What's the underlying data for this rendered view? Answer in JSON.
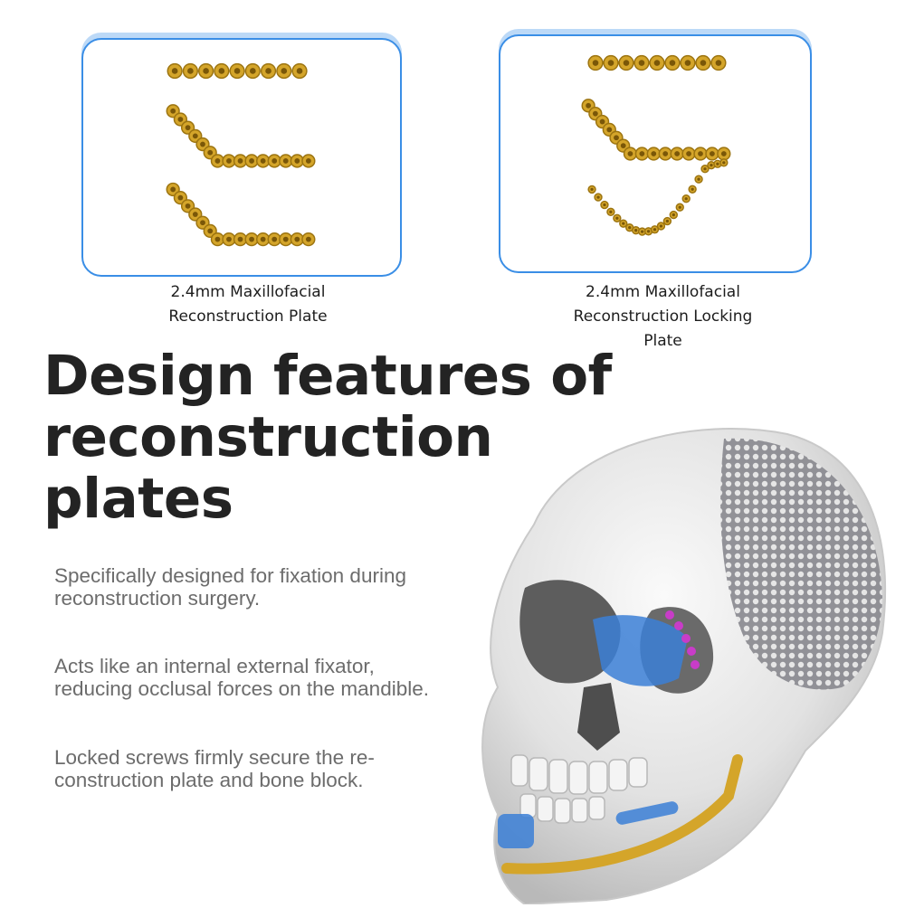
{
  "products": [
    {
      "caption": "2.4mm Maxillofacial\nReconstruction Plate",
      "color": "#d4a52a"
    },
    {
      "caption": "2.4mm Maxillofacial\nReconstruction Locking\nPlate",
      "color": "#d4a52a"
    }
  ],
  "headline": "Design features of reconstruction plates",
  "features": [
    "Specifically designed for fixation during reconstruction surgery.",
    "Acts like an internal external fixator, reducing occlusal forces on the mandible.",
    "Locked screws firmly secure the re-construction plate and bone block."
  ],
  "colors": {
    "panel_border": "#3a8ee6",
    "plate_gold": "#d4a52a",
    "mesh_grey": "#6e6e74",
    "implant_blue": "#3b7fd6",
    "implant_magenta": "#c83cc8"
  }
}
